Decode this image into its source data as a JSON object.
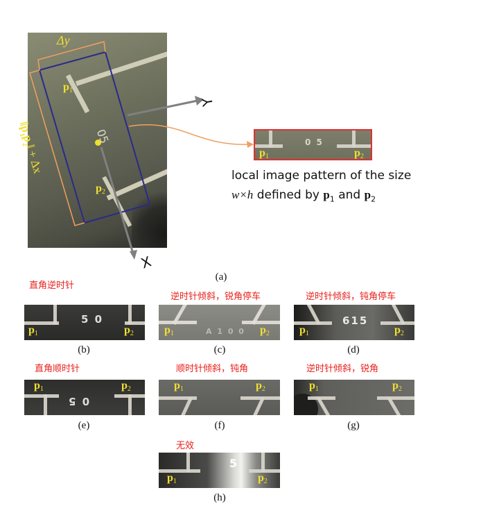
{
  "panel_a": {
    "delta_y": "Δy",
    "p1": "p",
    "p1_sub": "1",
    "p2": "p",
    "p2_sub": "2",
    "stencil": "05",
    "axis_y": "Y",
    "axis_x": "X",
    "side_label_a": "‖p",
    "side_label_b": "p",
    "side_label_c": "‖ + Δx",
    "description_line1": "local image pattern of the size",
    "description_line2_pre": "w×h",
    "description_line2_mid": " defined by ",
    "description_line2_and": " and ",
    "inset_number": "0 5",
    "caption": "(a)"
  },
  "panels": [
    {
      "id": "b",
      "caption": "(b)",
      "annotation": "直角逆时针",
      "number": "5 0"
    },
    {
      "id": "c",
      "caption": "(c)",
      "annotation": "逆时针倾斜，锐角停车",
      "number": "A 1 0 0"
    },
    {
      "id": "d",
      "caption": "(d)",
      "annotation": "逆时针倾斜，钝角停车",
      "number": "615"
    },
    {
      "id": "e",
      "caption": "(e)",
      "annotation": "直角顺时针",
      "number": "0 5"
    },
    {
      "id": "f",
      "caption": "(f)",
      "annotation": "顺时针倾斜，钝角",
      "number": ""
    },
    {
      "id": "g",
      "caption": "(g)",
      "annotation": "逆时针倾斜，锐角",
      "number": ""
    },
    {
      "id": "h",
      "caption": "(h)",
      "annotation": "无效",
      "number": "5"
    }
  ],
  "colors": {
    "annotation_red": "#e8201c",
    "label_yellow": "#f0e030",
    "box_blue": "#2a2a8a",
    "bracket_orange": "#f0a060",
    "inset_border": "#e03030"
  }
}
